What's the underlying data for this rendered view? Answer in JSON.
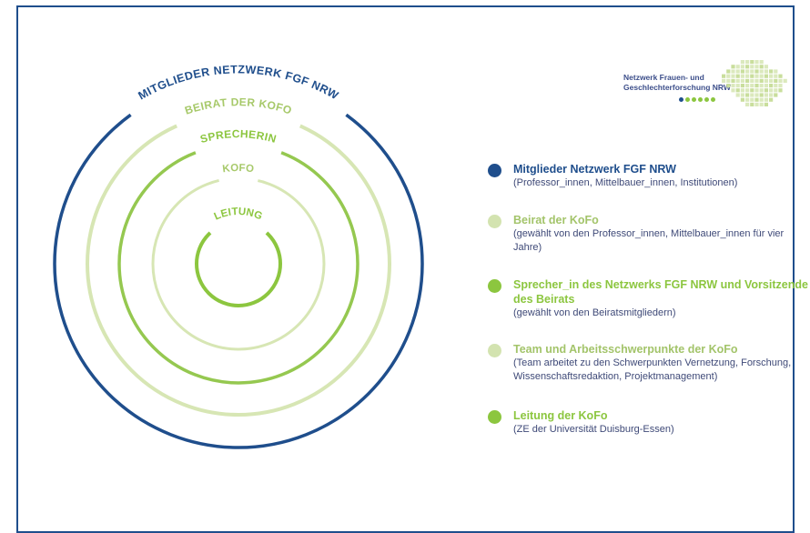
{
  "colors": {
    "navy": "#1f4e8c",
    "light_green": "#cfe0a8",
    "green": "#8cc63f",
    "logo_text": "#3c4e8a",
    "legend_text": "#3f4a78"
  },
  "rings": [
    {
      "label": "MITGLIEDER NETZWERK FGF NRW",
      "color": "#1f4e8c",
      "width": 3.5,
      "text_size": 12.5,
      "text_color": "#1f4e8c"
    },
    {
      "label": "BEIRAT DER KOFO",
      "color": "#d7e6b4",
      "width": 4,
      "text_size": 12,
      "text_color": "#a7c96a"
    },
    {
      "label": "SPRECHERIN",
      "color": "#95c850",
      "width": 3.5,
      "text_size": 12,
      "text_color": "#8cc63f"
    },
    {
      "label": "KOFO",
      "color": "#d7e6b4",
      "width": 3,
      "text_size": 11.5,
      "text_color": "#a7c96a"
    },
    {
      "label": "LEITUNG",
      "color": "#8cc63f",
      "width": 4,
      "text_size": 11.5,
      "text_color": "#8cc63f"
    }
  ],
  "logo": {
    "line1": "Netzwerk Frauen- und",
    "line2": "Geschlechterforschung NRW",
    "dot_colors": [
      "#1f4e8c",
      "#8cc63f",
      "#8cc63f",
      "#8cc63f",
      "#8cc63f",
      "#8cc63f"
    ]
  },
  "legend": [
    {
      "title": "Mitglieder Netzwerk FGF NRW",
      "desc": "(Professor_innen, Mittelbauer_innen, Institutionen)",
      "bullet_color": "#1f4e8c",
      "title_color": "#1f4e8c"
    },
    {
      "title": "Beirat der KoFo",
      "desc": "(gewählt von den Professor_innen, Mittelbauer_innen für vier Jahre)",
      "bullet_color": "#d3e3b0",
      "title_color": "#a3c46a"
    },
    {
      "title": "Sprecher_in des Netzwerks FGF NRW und Vorsitzende des Beirats",
      "desc": "(gewählt von den Beiratsmitgliedern)",
      "bullet_color": "#8cc63f",
      "title_color": "#8cc63f"
    },
    {
      "title": "Team und Arbeitsschwerpunkte der KoFo",
      "desc": "(Team arbeitet zu den Schwerpunkten Vernetzung, Forschung, Wissenschaftsredaktion, Projektmanagement)",
      "bullet_color": "#d3e3b0",
      "title_color": "#a3c46a"
    },
    {
      "title": "Leitung der KoFo",
      "desc": "(ZE der Universität Duisburg-Essen)",
      "bullet_color": "#8cc63f",
      "title_color": "#8cc63f"
    }
  ]
}
